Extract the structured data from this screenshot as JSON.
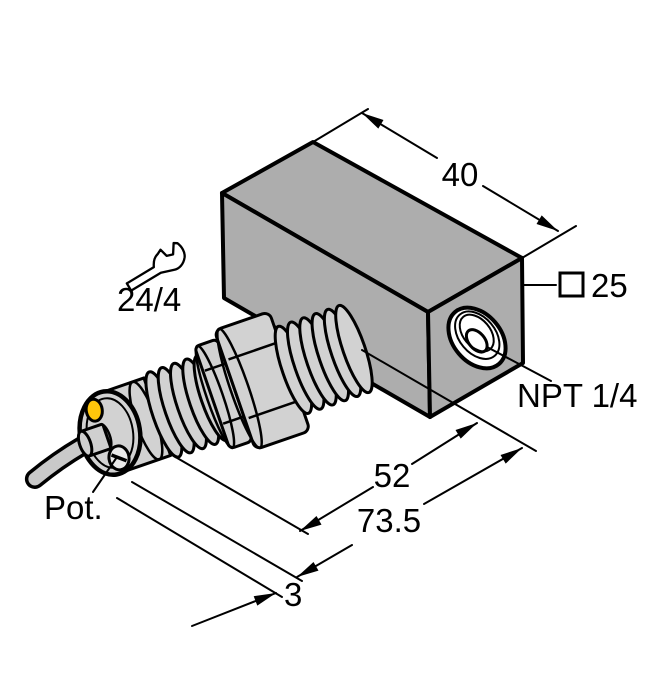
{
  "drawing": {
    "kind": "technical-dimension-drawing",
    "subject": "threaded barrel sensor mounted in block with NPT port",
    "labels": {
      "dim_top": "40",
      "square_symbol": "□",
      "square_size": "25",
      "port_thread": "NPT 1/4",
      "wrench_size": "24/4",
      "dim_barrel": "52",
      "dim_overall": "73.5",
      "dim_tip": "3",
      "potentiometer": "Pot."
    },
    "colors": {
      "block_gray": "#ADADAD",
      "barrel_gray": "#D2D2D2",
      "cable_gray": "#C9C9C9",
      "led_yellow": "#FFC60B",
      "line_black": "#000000",
      "background": "#FFFFFF"
    }
  }
}
